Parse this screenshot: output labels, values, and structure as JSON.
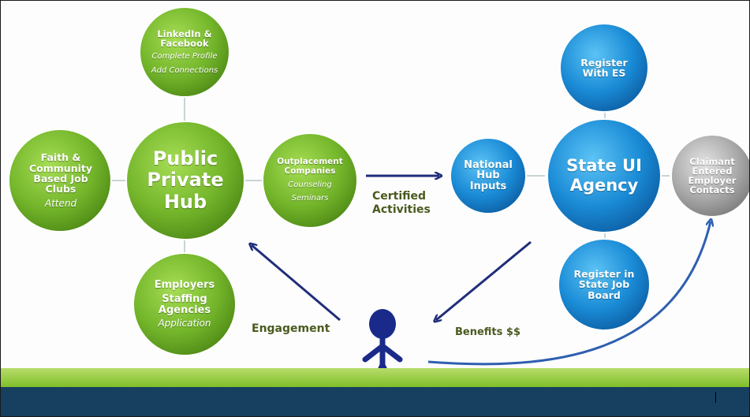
{
  "colors": {
    "green": "#74b62b",
    "blue": "#1a8bd6",
    "gray": "#a9a9a9",
    "arrow": "#1f2d7a",
    "label_text": "#4a5a1e",
    "footer_green": "#8cc63f",
    "footer_navy": "#173f60"
  },
  "nodes": {
    "linkedin": {
      "title": "LinkedIn & Facebook",
      "sub1": "Complete Profile",
      "sub2": "Add Connections"
    },
    "faith": {
      "title": "Faith & Community Based Job Clubs",
      "sub": "Attend"
    },
    "hub": {
      "title": "Public Private Hub"
    },
    "outplacement": {
      "title": "Outplacement Companies",
      "sub1": "Counseling",
      "sub2": "Seminars"
    },
    "employers": {
      "title1": "Employers",
      "title2": "Staffing Agencies",
      "sub": "Application"
    },
    "national": {
      "title": "National Hub Inputs"
    },
    "state_ui": {
      "title": "State UI Agency"
    },
    "register_es": {
      "title": "Register With ES"
    },
    "register_job_board": {
      "title": "Register in State Job Board"
    },
    "claimant": {
      "title": "Claimant Entered Employer Contacts"
    }
  },
  "labels": {
    "certified": "Certified Activities",
    "engagement": "Engagement",
    "benefits": "Benefits $$"
  },
  "icons": {
    "person": "stick-figure-icon"
  }
}
